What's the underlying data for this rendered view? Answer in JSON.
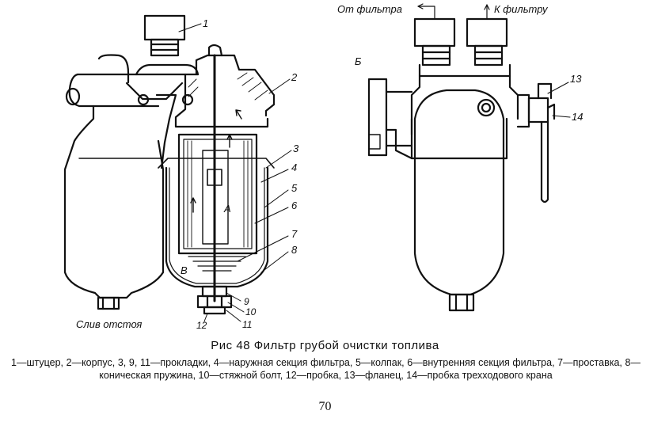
{
  "figure": {
    "callouts": {
      "n1": "1",
      "n2": "2",
      "n3": "3",
      "n4": "4",
      "n5": "5",
      "n6": "6",
      "n7": "7",
      "n8": "8",
      "n9": "9",
      "n10": "10",
      "n11": "11",
      "n12": "12",
      "n13": "13",
      "n14": "14"
    },
    "text_labels": {
      "drain": "Слив отстоя",
      "letter_a": "А",
      "letter_b_left": "В",
      "letter_b_right": "Б",
      "from_filter": "От фильтра",
      "to_filter": "К фильтру"
    }
  },
  "caption": {
    "title": "Рис 48 Фильтр грубой очистки топлива",
    "legend": "1—штуцер, 2—корпус, 3, 9, 11—прокладки, 4—наружная секция фильтра, 5—колпак, 6—внутренняя секция фильтра, 7—проставка, 8—коническая пружина, 10—стяжной болт, 12—пробка, 13—фланец, 14—пробка трехходового крана"
  },
  "page_number": "70"
}
